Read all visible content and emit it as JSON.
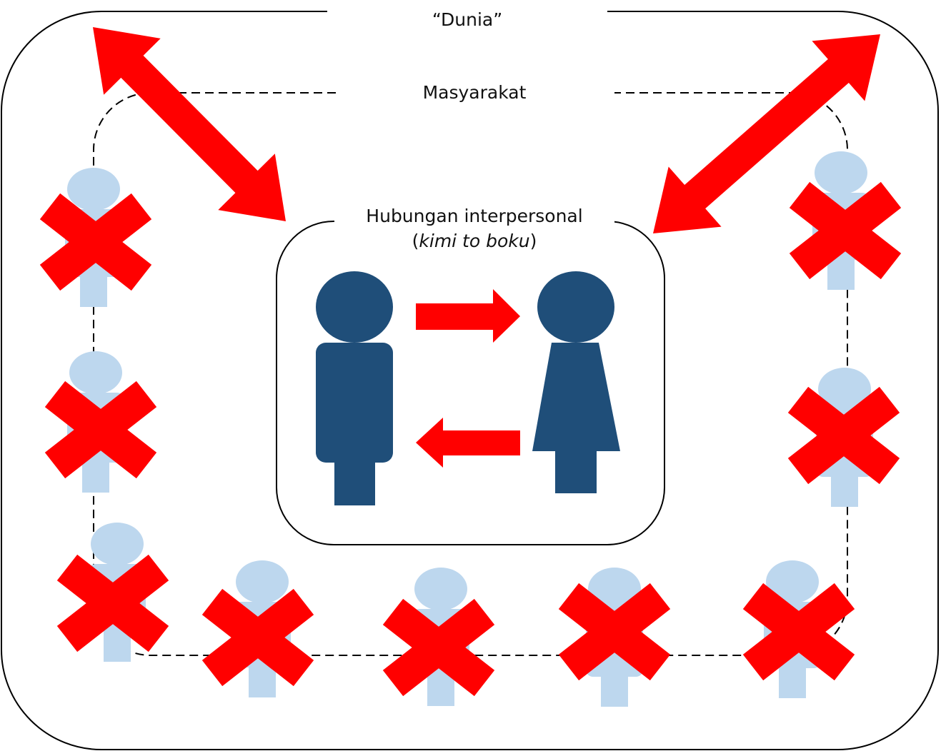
{
  "labels": {
    "world": "“Dunia”",
    "society": "Masyarakat",
    "interpersonal": "Hubungan interpersonal",
    "kimi_open": "(",
    "kimi": "kimi to boku",
    "kimi_close": ")"
  },
  "colors": {
    "red": "#FF0000",
    "dark_person": "#1F4E79",
    "light_person": "#BDD7EE",
    "line": "#000000"
  }
}
